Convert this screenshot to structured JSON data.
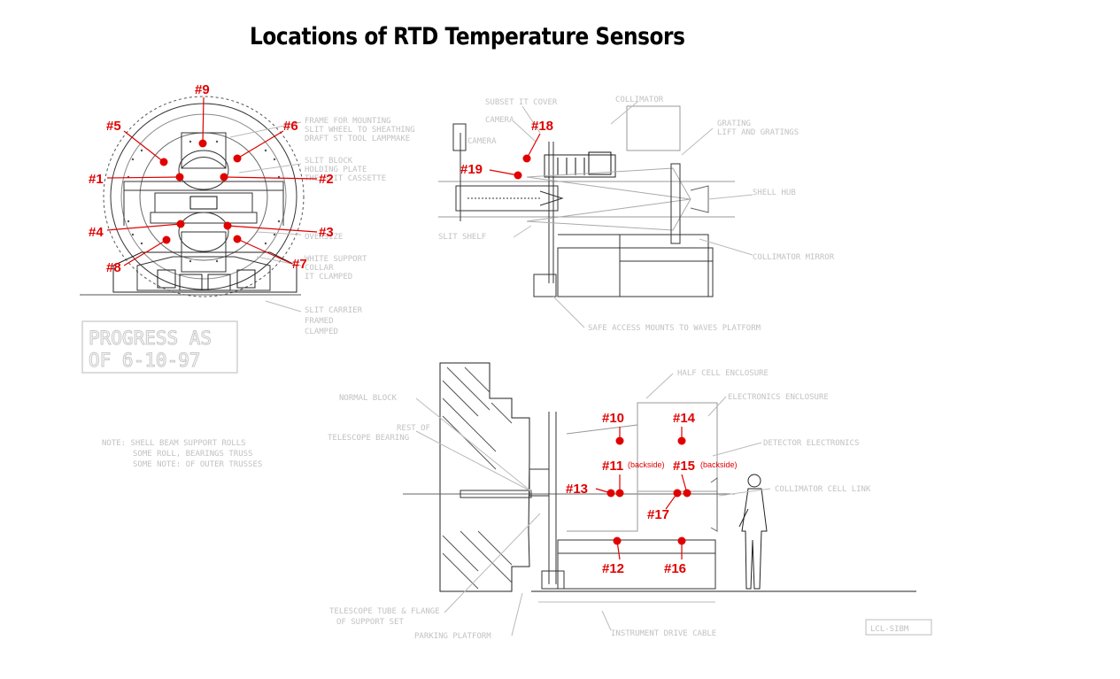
{
  "title": "Locations of RTD Temperature Sensors",
  "accent_color": "#e00000",
  "stamp": {
    "line1": "PROGRESS AS",
    "line2": "OF 6-10-97"
  },
  "note": [
    "NOTE: SHELL BEAM SUPPORT ROLLS",
    "SOME ROLL, BEARINGS TRUSS",
    "SOME NOTE: OF OUTER TRUSSES"
  ],
  "drawing_id": "LCL-SIBM",
  "sensors": [
    {
      "id": "s1",
      "label": "#1"
    },
    {
      "id": "s2",
      "label": "#2"
    },
    {
      "id": "s3",
      "label": "#3"
    },
    {
      "id": "s4",
      "label": "#4"
    },
    {
      "id": "s5",
      "label": "#5"
    },
    {
      "id": "s6",
      "label": "#6"
    },
    {
      "id": "s7",
      "label": "#7"
    },
    {
      "id": "s8",
      "label": "#8"
    },
    {
      "id": "s9",
      "label": "#9"
    },
    {
      "id": "s10",
      "label": "#10"
    },
    {
      "id": "s11",
      "label": "#11",
      "note": "(backside)"
    },
    {
      "id": "s12",
      "label": "#12"
    },
    {
      "id": "s13",
      "label": "#13"
    },
    {
      "id": "s14",
      "label": "#14"
    },
    {
      "id": "s15",
      "label": "#15",
      "note": "(backside)"
    },
    {
      "id": "s16",
      "label": "#16"
    },
    {
      "id": "s17",
      "label": "#17"
    },
    {
      "id": "s18",
      "label": "#18"
    },
    {
      "id": "s19",
      "label": "#19"
    }
  ]
}
